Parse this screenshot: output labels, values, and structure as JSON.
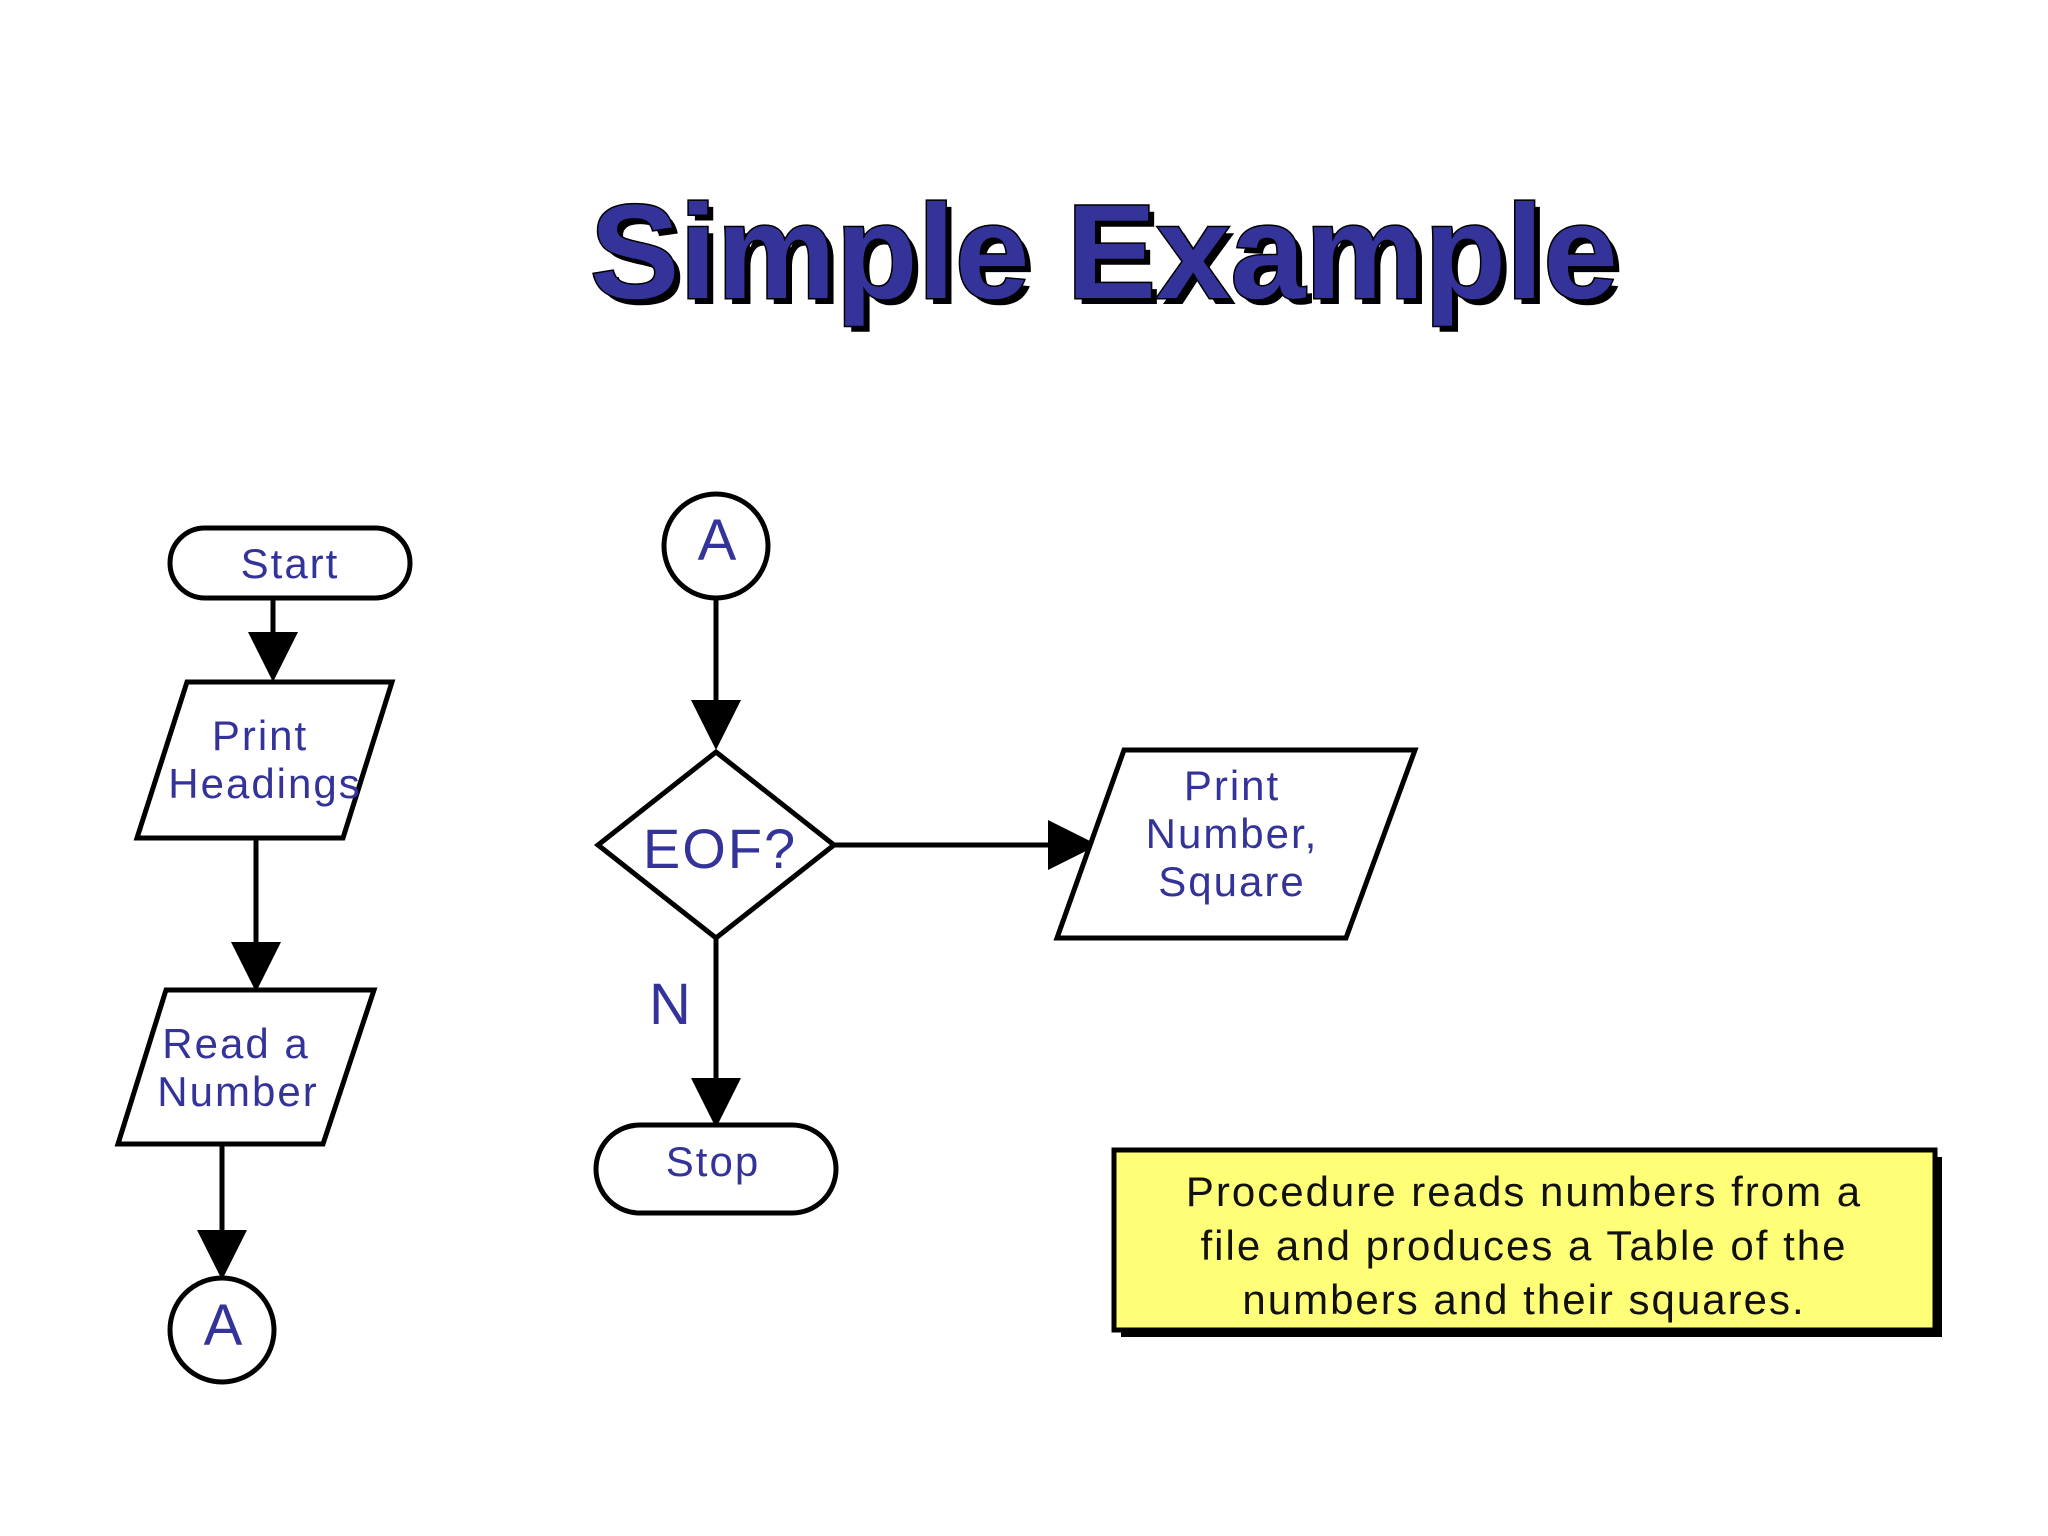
{
  "title": "Simple Example",
  "nodes": {
    "start": "Start",
    "print_headings": [
      "Print",
      "Headings"
    ],
    "read_number": [
      "Read a",
      "Number"
    ],
    "connector_left": "A",
    "connector_top": "A",
    "decision": "EOF?",
    "print_number_square": [
      "Print",
      "Number,",
      "Square"
    ],
    "stop": "Stop"
  },
  "edge_labels": {
    "no_branch": "N"
  },
  "note": [
    "Procedure reads numbers from a",
    "file and produces a Table of the",
    "numbers and their squares."
  ],
  "colors": {
    "text": "#333399",
    "note_background": "#ffff77",
    "outline": "#000000"
  }
}
